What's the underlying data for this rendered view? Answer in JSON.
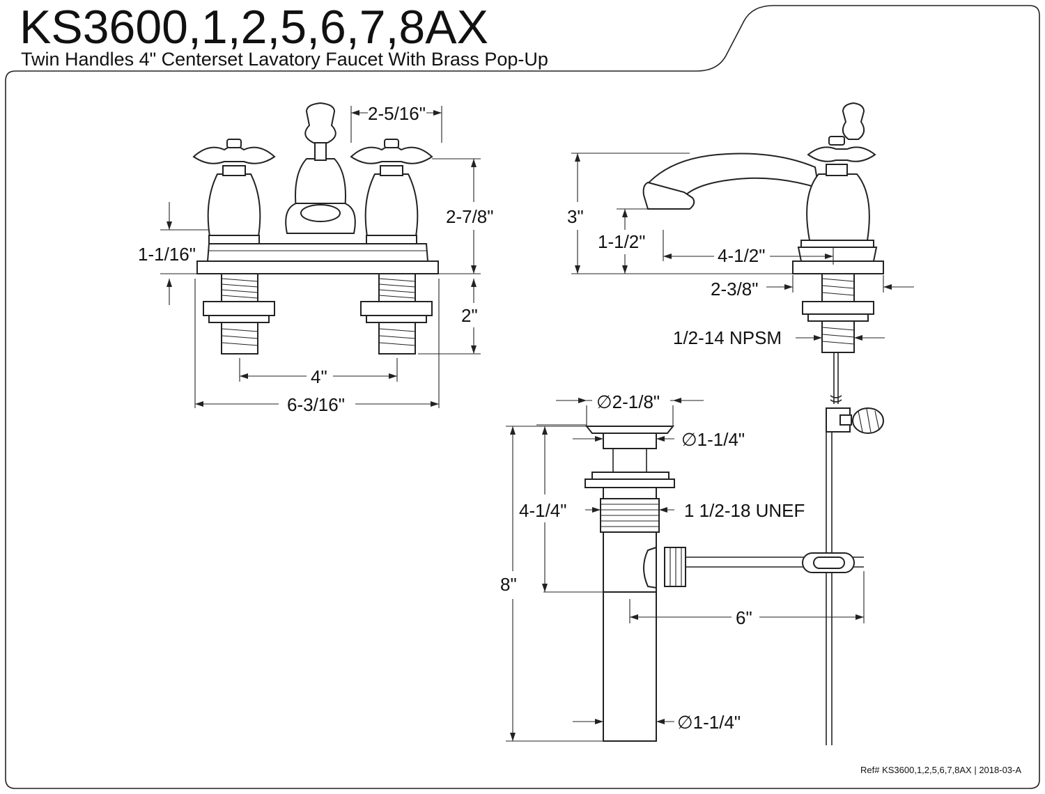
{
  "header": {
    "model": "KS3600,1,2,5,6,7,8AX",
    "description": "Twin Handles 4\" Centerset Lavatory Faucet With Brass Pop-Up"
  },
  "dimensions": {
    "front_view": {
      "spout_width": "2-5/16\"",
      "body_height": "2-7/8\"",
      "base_height": "1-1/16\"",
      "shank_length": "2\"",
      "center_spread": "4\"",
      "overall_width": "6-3/16\""
    },
    "side_view": {
      "overall_height": "3\"",
      "spout_height": "1-1/2\"",
      "spout_reach": "4-1/2\"",
      "base_diameter": "2-3/8\"",
      "inlet_thread": "1/2-14 NPSM"
    },
    "drain": {
      "flange_diameter": "∅2-1/8\"",
      "stopper_diameter": "∅1-1/4\"",
      "body_height": "4-1/4\"",
      "body_thread": "1 1/2-18 UNEF",
      "overall_height": "8\"",
      "pivot_rod_length": "6\"",
      "tailpiece_diameter": "∅1-1/4\""
    }
  },
  "footer": {
    "reference": "Ref# KS3600,1,2,5,6,7,8AX | 2018-03-A"
  }
}
